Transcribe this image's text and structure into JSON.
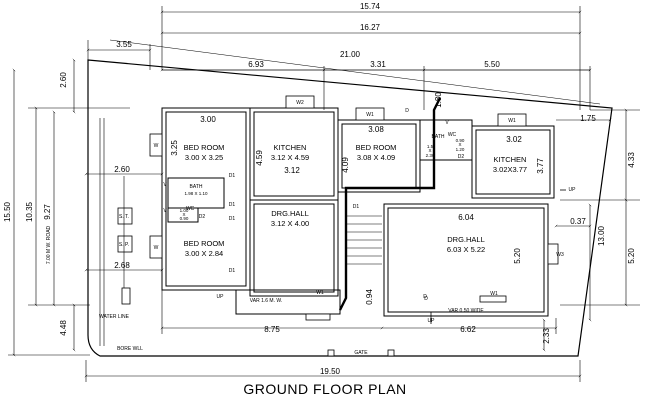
{
  "title": "GROUND FLOOR PLAN",
  "dimensions": {
    "top": [
      "15.74",
      "16.27",
      "3.55",
      "21.00",
      "6.93",
      "3.31",
      "5.50"
    ],
    "left": [
      "2.60",
      "15.50",
      "10.35",
      "9.27",
      "4.48",
      "2.60",
      "2.68"
    ],
    "right": [
      "1.75",
      "4.33",
      "13.00",
      "5.20",
      "0.37",
      "5.20",
      "2.33"
    ],
    "bottom": [
      "8.75",
      "6.62",
      "19.50"
    ],
    "interior": [
      "3.00",
      "3.08",
      "3.02",
      "3.12",
      "3.25",
      "4.59",
      "4.09",
      "3.77",
      "6.04",
      "1.80",
      "0.94"
    ]
  },
  "rooms": [
    {
      "name": "BED ROOM",
      "size": "3.00 X 3.25"
    },
    {
      "name": "KITCHEN",
      "size": "3.12 X 4.59"
    },
    {
      "name": "BED ROOM",
      "size": "3.08 X 4.09"
    },
    {
      "name": "KITCHEN",
      "size": "3.02X3.77"
    },
    {
      "name": "BATH",
      "size": "1.98 X 1.10"
    },
    {
      "name": "BED ROOM",
      "size": "3.00 X 2.84"
    },
    {
      "name": "DRG.HALL",
      "size": "3.12 X 4.00"
    },
    {
      "name": "DRG.HALL",
      "size": "6.03 X 5.22"
    }
  ],
  "small_labels": [
    "W2",
    "W1",
    "W1",
    "W",
    "W",
    "W3",
    "W1",
    "W1",
    "V",
    "V",
    "V",
    "D",
    "D",
    "D1",
    "D1",
    "D1",
    "D1",
    "D2",
    "D2",
    "D1",
    "D",
    "UP",
    "UP",
    "UP",
    "S. T.",
    "S. P.",
    "WC",
    "WC",
    "BATH",
    "VAR 1.6 M. W.",
    "VAR 0.50 WIDE",
    "GATE",
    "WATER LINE",
    "BORE WLL",
    "7.00 M W. ROAD"
  ],
  "bath_wc_details": [
    "1.5",
    "X",
    "2.30",
    "0.90",
    "X",
    "1.20",
    "1.00",
    "X",
    "0.90"
  ]
}
